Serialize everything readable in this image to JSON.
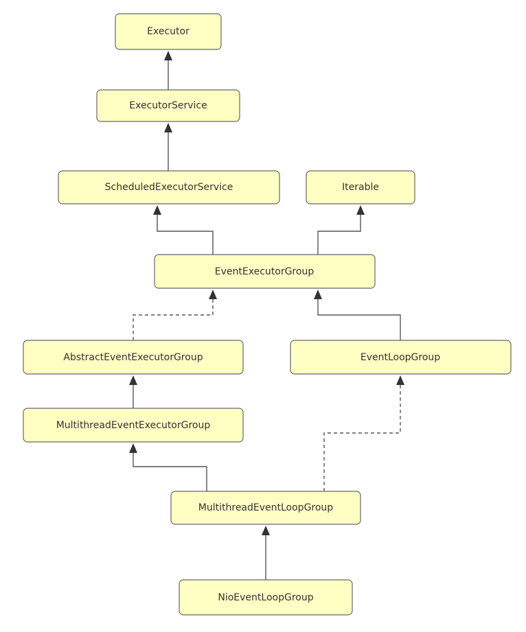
{
  "nodes": {
    "executor": "Executor",
    "executor_service": "ExecutorService",
    "scheduled_executor_service": "ScheduledExecutorService",
    "iterable": "Iterable",
    "event_executor_group": "EventExecutorGroup",
    "abstract_event_executor_group": "AbstractEventExecutorGroup",
    "event_loop_group": "EventLoopGroup",
    "multithread_event_executor_group": "MultithreadEventExecutorGroup",
    "multithread_event_loop_group": "MultithreadEventLoopGroup",
    "nio_event_loop_group": "NioEventLoopGroup"
  },
  "colors": {
    "node_fill": "#ffffc4",
    "node_border": "#666666",
    "edge": "#555555"
  }
}
